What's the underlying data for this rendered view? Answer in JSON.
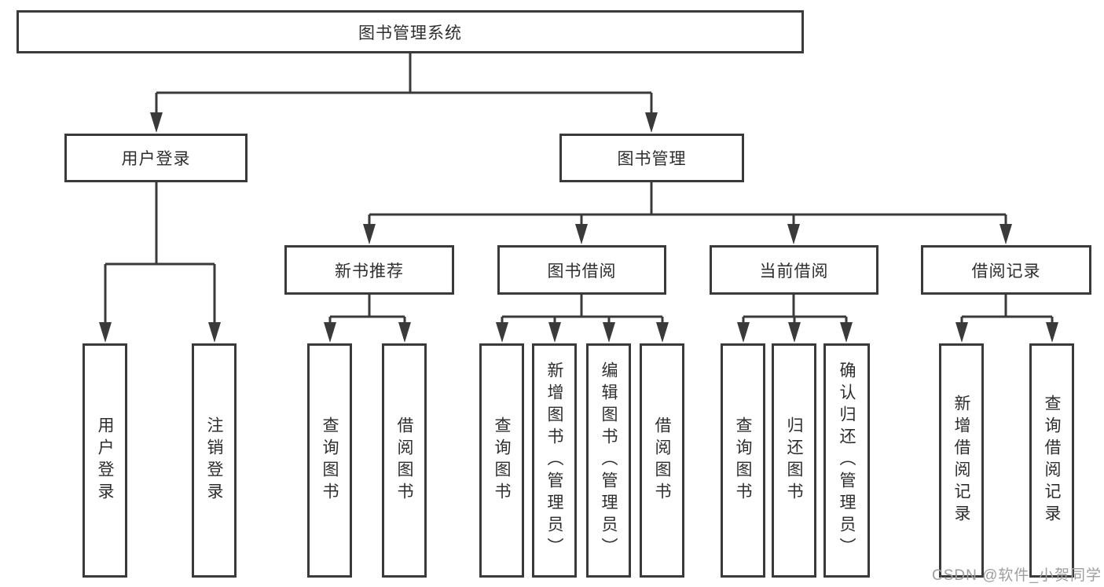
{
  "tree": {
    "label": "图书管理系统",
    "children": [
      {
        "label": "用户登录",
        "children": [
          {
            "label": "用户登录"
          },
          {
            "label": "注销登录"
          }
        ]
      },
      {
        "label": "图书管理",
        "children": [
          {
            "label": "新书推荐",
            "children": [
              {
                "label": "查询图书"
              },
              {
                "label": "借阅图书"
              }
            ]
          },
          {
            "label": "图书借阅",
            "children": [
              {
                "label": "查询图书"
              },
              {
                "label": "新增图书（管理员）"
              },
              {
                "label": "编辑图书（管理员）"
              },
              {
                "label": "借阅图书"
              }
            ]
          },
          {
            "label": "当前借阅",
            "children": [
              {
                "label": "查询图书"
              },
              {
                "label": "归还图书"
              },
              {
                "label": "确认归还（管理员）"
              }
            ]
          },
          {
            "label": "借阅记录",
            "children": [
              {
                "label": "新增借阅记录"
              },
              {
                "label": "查询借阅记录"
              }
            ]
          }
        ]
      }
    ]
  },
  "watermark": "CSDN @软件_小贺同学",
  "colors": {
    "line": "#3a3a3a",
    "text": "#2e2e2e",
    "box_fill": "#ffffff",
    "watermark": "#9e9e9e"
  }
}
